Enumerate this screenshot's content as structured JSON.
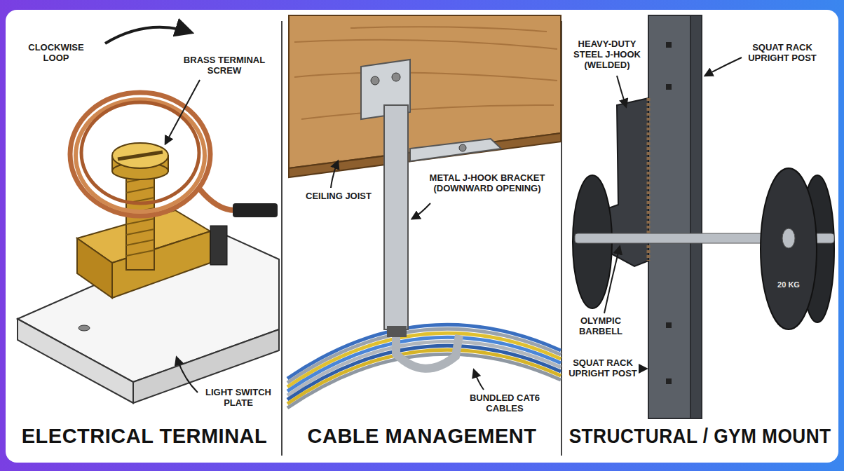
{
  "diagram": {
    "nodes": [
      {
        "text": [
          "ELECTRICAL TERMINAL"
        ]
      },
      {
        "text": [
          "CABLE MANAGEMENT"
        ]
      },
      {
        "text": [
          "STRUCTURAL / GYM MOUNT"
        ]
      }
    ],
    "labels": [
      "CLOCKWISE LOOP",
      "BRASS TERMINAL SCREW",
      "LIGHT SWITCH PLATE",
      "CEILING JOIST",
      "METAL J-HOOK BRACKET (DOWNWARD OPENING)",
      "BUNDLED CAT6 CABLES",
      "HEAVY-DUTY STEEL J-HOOK (WELDED)",
      "SQUAT RACK UPRIGHT POST",
      "OLYMPIC BARBELL",
      "SQUAT RACK UPRIGHT POST",
      "20 KG"
    ]
  }
}
